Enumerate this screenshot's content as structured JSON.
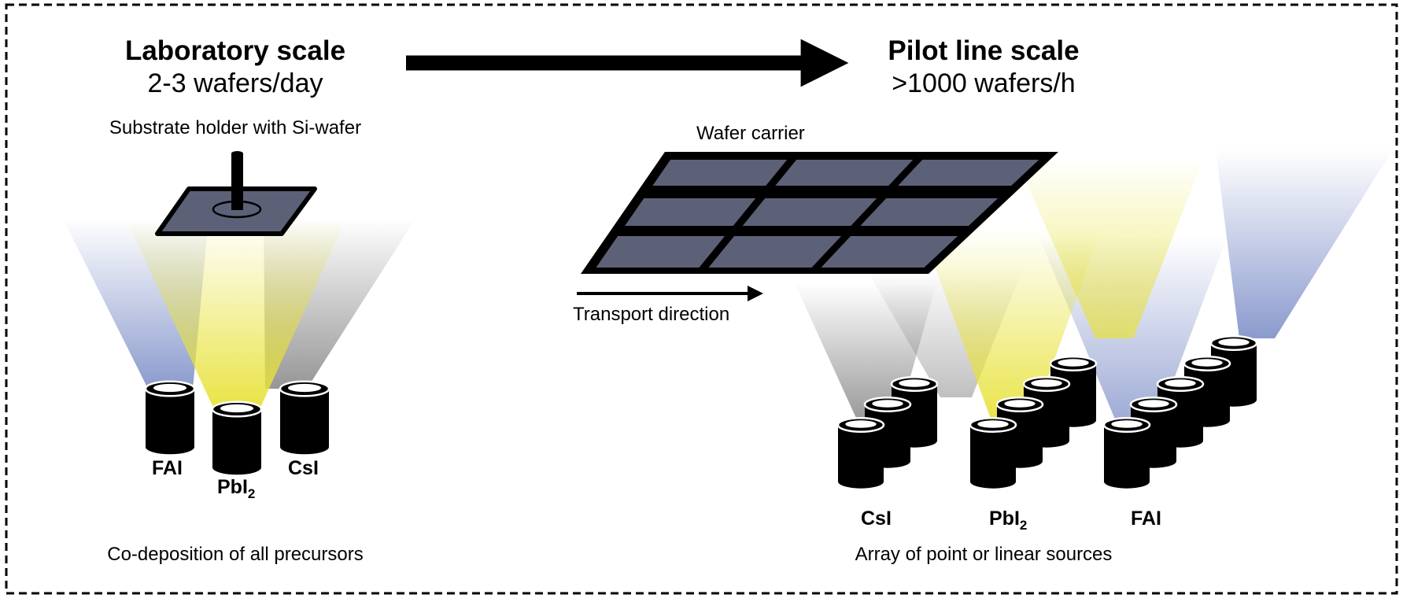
{
  "lab": {
    "title": "Laboratory scale",
    "rate": "2-3 wafers/day",
    "holder_label": "Substrate holder with Si-wafer",
    "caption": "Co-deposition of all precursors",
    "sources": [
      {
        "name": "FAI"
      },
      {
        "name": "PbI",
        "sub": "2"
      },
      {
        "name": "CsI"
      }
    ]
  },
  "pilot": {
    "title": "Pilot line scale",
    "rate": ">1000 wafers/h",
    "carrier_label": "Wafer carrier",
    "transport_label": "Transport direction",
    "caption": "Array of point or linear sources",
    "sources": [
      {
        "name": "CsI"
      },
      {
        "name": "PbI",
        "sub": "2"
      },
      {
        "name": "FAI"
      }
    ]
  },
  "colors": {
    "yellow": "#e8e23a",
    "blue": "#7e8fc8",
    "gray": "#8a8a8a",
    "wafer": "#5d6177",
    "frame": "#000000"
  }
}
